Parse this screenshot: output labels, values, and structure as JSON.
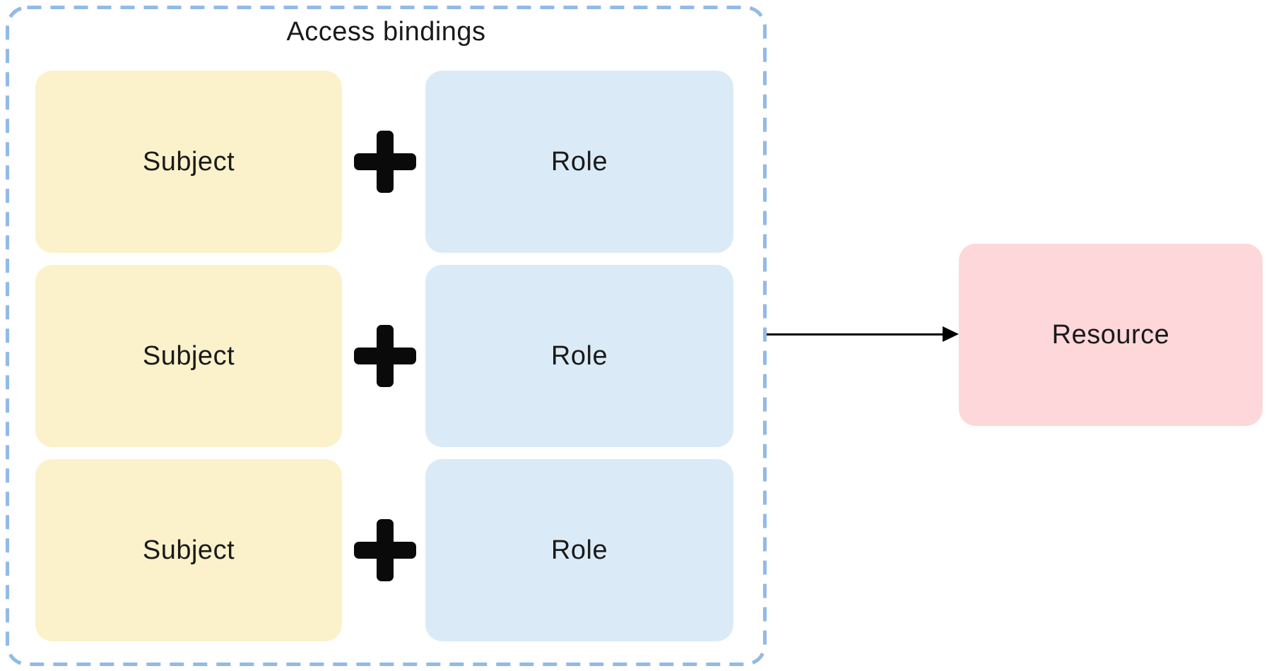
{
  "diagram": {
    "title": "Access bindings",
    "bindings": [
      {
        "subject": "Subject",
        "operator": "plus",
        "role": "Role"
      },
      {
        "subject": "Subject",
        "operator": "plus",
        "role": "Role"
      },
      {
        "subject": "Subject",
        "operator": "plus",
        "role": "Role"
      }
    ],
    "resource": "Resource",
    "relation": "arrow-right",
    "colors": {
      "subject_fill": "#fbf2cb",
      "role_fill": "#daebf7",
      "resource_fill": "#fdd7d9",
      "container_border": "#92bae5",
      "plus": "#0a0a0a",
      "arrow": "#000000",
      "text": "#1a1a1a"
    }
  }
}
